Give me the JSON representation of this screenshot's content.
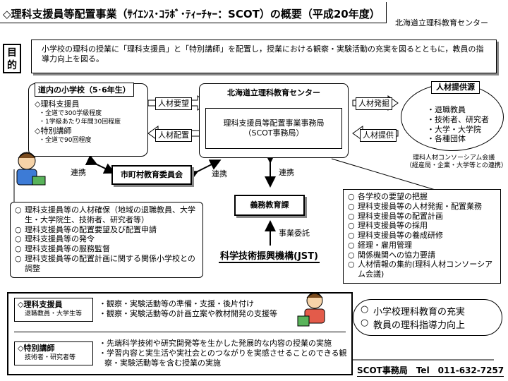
{
  "title": "◇理科支援員等配置事業（ｻｲｴﾝｽ･ｺﾗﾎﾞ･ﾃｨｰﾁｬｰ：SCOT）の概要（平成20年度）",
  "org_top_right": "北海道立理科教育センター",
  "purpose": {
    "label": "目的",
    "text": "小学校の理科の授業に「理科支援員」と「特別講師」を配置し，授業における観察・実験活動の充実を図るとともに，教員の指導力向上を図る。"
  },
  "school": {
    "title": "道内の小学校（5･6年生）",
    "items": [
      "◇理科支援員",
      "・全道で300学級程度",
      "・1学級あたり年間30回程度",
      "◇特別講師",
      "・全道で90回程度"
    ]
  },
  "center_org": {
    "title": "北海道立理科教育センター",
    "office_line1": "理科支援員等配置事業事務局",
    "office_line2": "（SCOT事務局）"
  },
  "resource": {
    "title": "人材提供源",
    "items": [
      "・退職教員",
      "・技術者、研究者",
      "・大学・大学院",
      "・各種団体"
    ],
    "consortium_line1": "理科人材コンソーシアム会議",
    "consortium_line2": "（経産局・企業・大学等との連携）"
  },
  "arrows": {
    "request": "人材要望",
    "placement": "人材配置",
    "discovery": "人材発掘",
    "provision": "人材提供",
    "link1": "連携",
    "link2": "連携",
    "link3": "連携",
    "commission": "事業委託"
  },
  "municipal": "市町村教育委員会",
  "compulsory": "義務教育課",
  "jst": "科学技術振興機構(JST)",
  "municipal_tasks": [
    "理科支援員等の人材確保（地域の退職教員、大学生・大学院生、技術者、研究者等）",
    "理科支援員等の配置要望及び配置申請",
    "理科支援員等の発令",
    "理科支援員等の服務監督",
    "理科支援員等の配置計画に関する関係小学校との調整"
  ],
  "center_tasks": [
    "各学校の要望の把握",
    "理科支援員等の人材発掘・配置業務",
    "理科支援員等の配置計画",
    "理科支援員等の採用",
    "理科支援員等の養成研修",
    "経理・雇用管理",
    "関係機関への協力要請",
    "人材情報の集約(理科人材コンソーシアム会議)"
  ],
  "bottom": {
    "supporter_title": "◇理科支援員",
    "supporter_sub": "退職教員・大学生等",
    "supporter_items": [
      "・観察・実験活動等の準備・支援・後片付け",
      "・観察・実験活動等の計画立案や教材開発の支援等"
    ],
    "lecturer_title": "◇特別講師",
    "lecturer_sub": "技術者・研究者等",
    "lecturer_items": [
      "・先端科学技術や研究開発等を生かした発展的な内容の授業の実施",
      "・学習内容と実生活や実社会とのつながりを実感させることのできる観察・実験活動等を含む授業の実施"
    ]
  },
  "outcomes": [
    "小学校理科教育の充実",
    "教員の理科指導力向上"
  ],
  "contact": "SCOT事務局　Tel　011-632-7257"
}
